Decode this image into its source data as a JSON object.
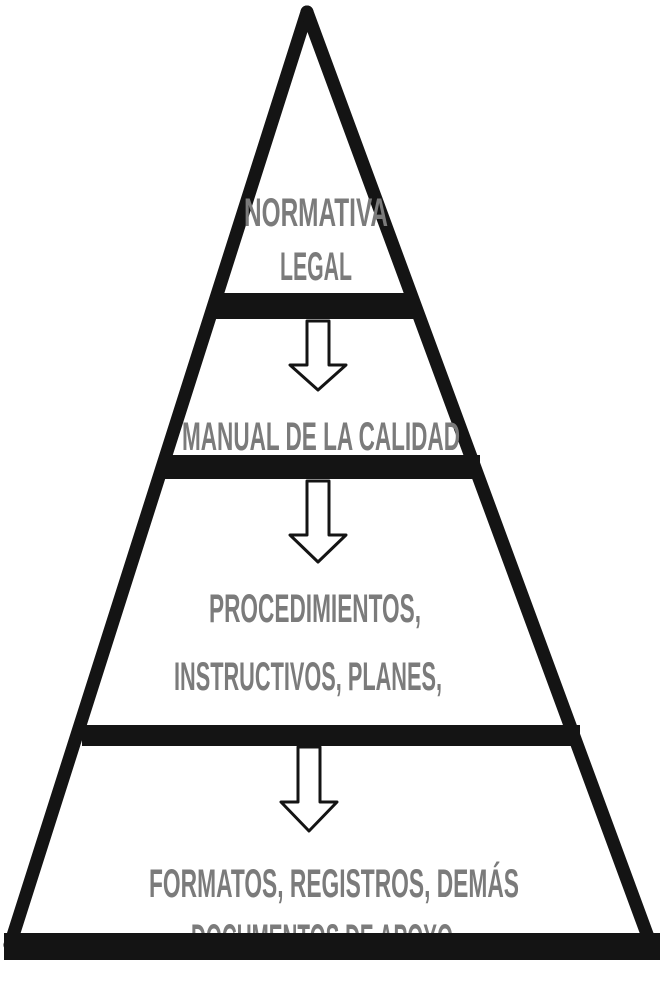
{
  "colors": {
    "outline": "#141414",
    "text": "#7b7b7b",
    "arrow_fill": "#ffffff",
    "background": "#ffffff"
  },
  "levels": [
    {
      "lines": [
        "NORMATIVA",
        "LEGAL"
      ]
    },
    {
      "lines": [
        "MANUAL DE LA CALIDAD"
      ]
    },
    {
      "lines": [
        "PROCEDIMIENTOS,",
        "INSTRUCTIVOS, PLANES,"
      ]
    },
    {
      "lines": [
        "FORMATOS, REGISTROS, DEMÁS",
        "DOCUMENTOS DE APOYO"
      ]
    }
  ],
  "arrows": [
    {
      "icon": "arrow-down-icon"
    },
    {
      "icon": "arrow-down-icon"
    },
    {
      "icon": "arrow-down-icon"
    }
  ]
}
